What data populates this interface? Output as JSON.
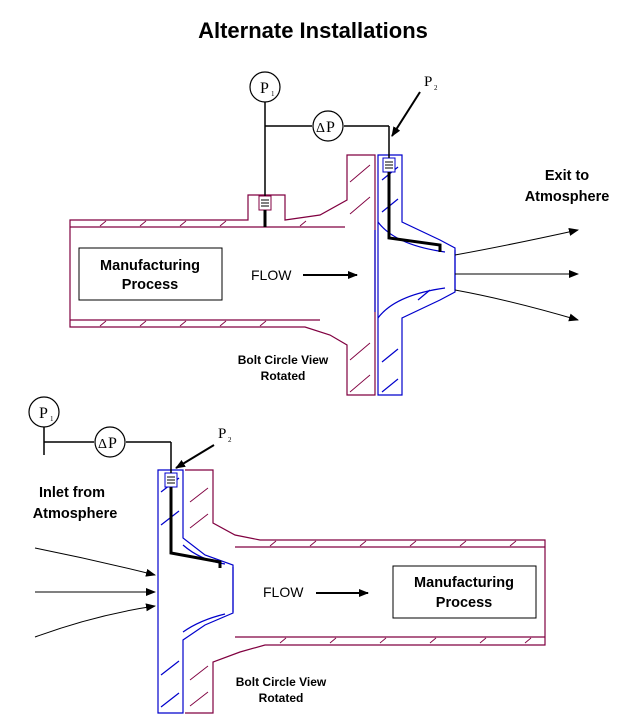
{
  "title": "Alternate Installations",
  "colors": {
    "pipe_outline": "#800040",
    "orifice_outline": "#0000cc",
    "ink": "#000000",
    "background": "#ffffff"
  },
  "top": {
    "p1_label": "P",
    "p1_sub": "1",
    "dp_delta": "Δ",
    "dp_letter": "P",
    "p2_label": "P",
    "p2_sub": "2",
    "box_line1": "Manufacturing",
    "box_line2": "Process",
    "flow_label": "FLOW",
    "exit_line1": "Exit to",
    "exit_line2": "Atmosphere",
    "bolt_line1": "Bolt Circle View",
    "bolt_line2": "Rotated"
  },
  "bottom": {
    "p1_label": "P",
    "p1_sub": "1",
    "dp_delta": "Δ",
    "dp_letter": "P",
    "p2_label": "P",
    "p2_sub": "2",
    "inlet_line1": "Inlet from",
    "inlet_line2": "Atmosphere",
    "flow_label": "FLOW",
    "box_line1": "Manufacturing",
    "box_line2": "Process",
    "bolt_line1": "Bolt Circle View",
    "bolt_line2": "Rotated"
  }
}
